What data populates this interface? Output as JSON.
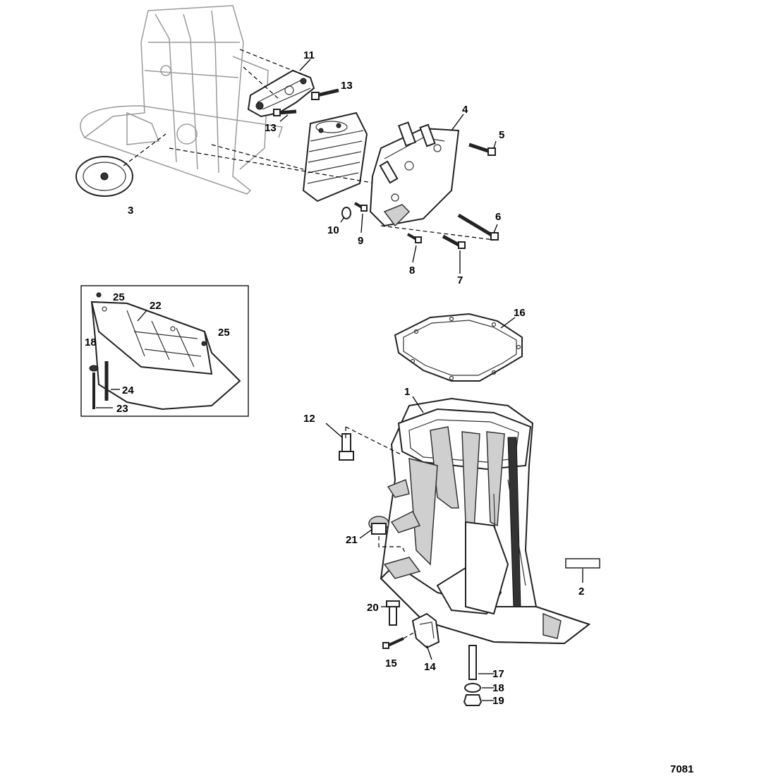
{
  "callouts": {
    "c1": "1",
    "c2": "2",
    "c3": "3",
    "c4": "4",
    "c5": "5",
    "c6": "6",
    "c7": "7",
    "c8": "8",
    "c9": "9",
    "c10": "10",
    "c11": "11",
    "c12": "12",
    "c13a": "13",
    "c13b": "13",
    "c14": "14",
    "c15": "15",
    "c16": "16",
    "c17": "17",
    "c18a": "18",
    "c18b": "18",
    "c19": "19",
    "c20": "20",
    "c21": "21",
    "c22": "22",
    "c23": "23",
    "c24": "24",
    "c25a": "25",
    "c25b": "25"
  },
  "diagram_code": "7081"
}
